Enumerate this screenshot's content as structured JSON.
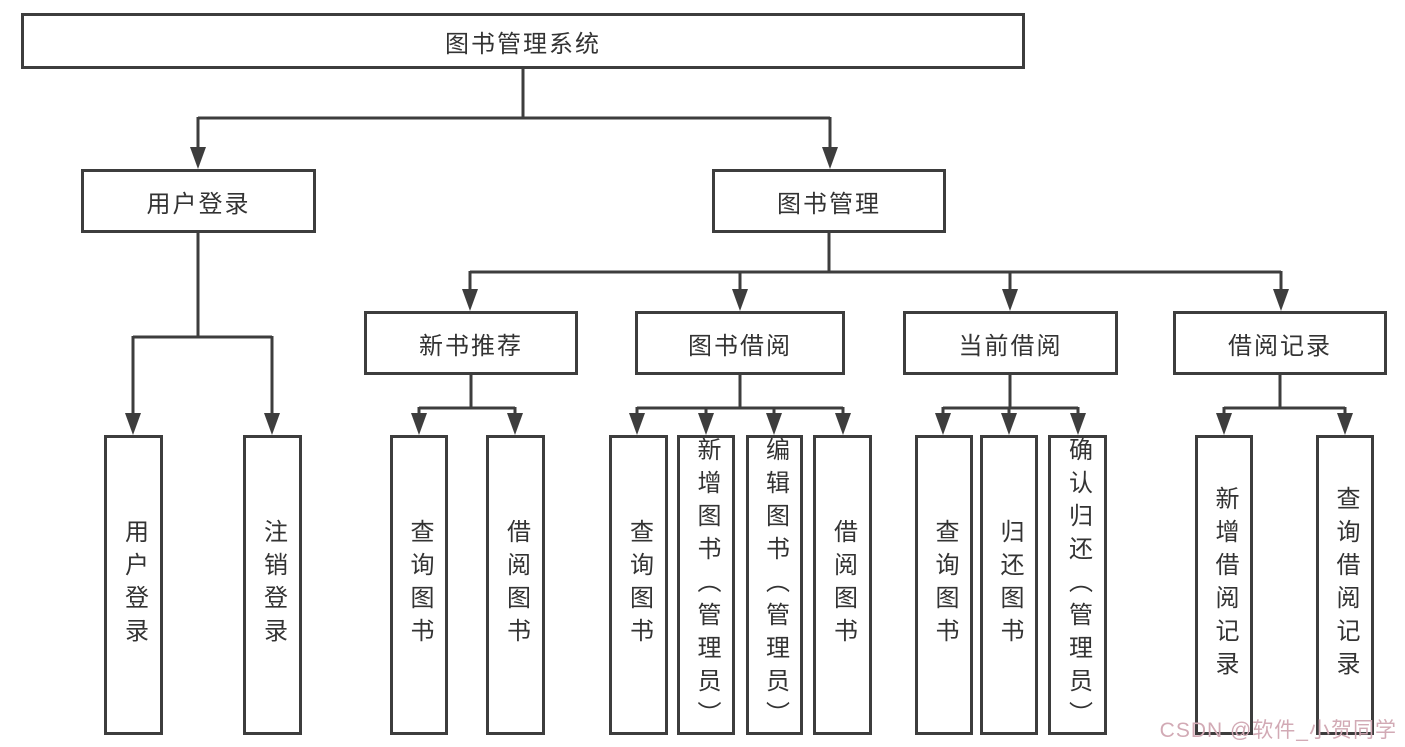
{
  "colors": {
    "line": "#3d3d3d",
    "box_border": "#3d3d3d",
    "text": "#333333",
    "watermark": "#d2aab5",
    "background": "#ffffff"
  },
  "diagram_type": "hierarchical-function-tree",
  "tree": {
    "root": {
      "label": "图书管理系统",
      "children": [
        {
          "label": "用户登录",
          "children": [
            {
              "label": "用户登录"
            },
            {
              "label": "注销登录"
            }
          ]
        },
        {
          "label": "图书管理",
          "children": [
            {
              "label": "新书推荐",
              "children": [
                {
                  "label": "查询图书"
                },
                {
                  "label": "借阅图书"
                }
              ]
            },
            {
              "label": "图书借阅",
              "children": [
                {
                  "label": "查询图书"
                },
                {
                  "label": "新增图书（管理员）"
                },
                {
                  "label": "编辑图书（管理员）"
                },
                {
                  "label": "借阅图书"
                }
              ]
            },
            {
              "label": "当前借阅",
              "children": [
                {
                  "label": "查询图书"
                },
                {
                  "label": "归还图书"
                },
                {
                  "label": "确认归还（管理员）"
                }
              ]
            },
            {
              "label": "借阅记录",
              "children": [
                {
                  "label": "新增借阅记录"
                },
                {
                  "label": "查询借阅记录"
                }
              ]
            }
          ]
        }
      ]
    }
  },
  "watermark": {
    "text": "CSDN @软件_小贺同学"
  }
}
